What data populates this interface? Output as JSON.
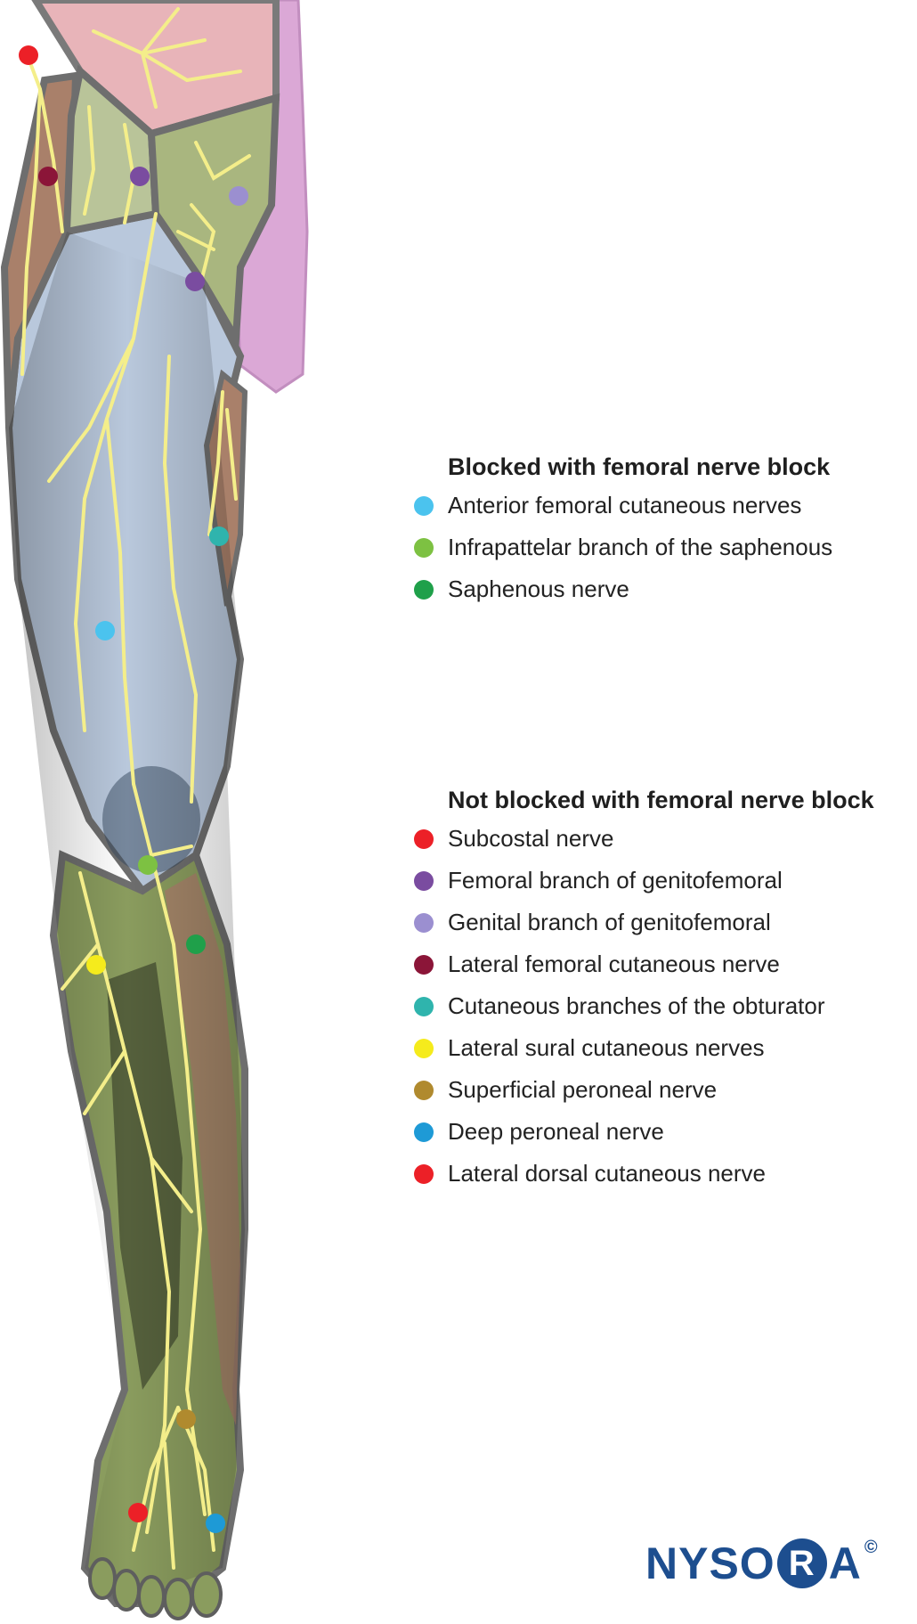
{
  "legend_blocked": {
    "title": "Blocked with femoral nerve block",
    "items": [
      {
        "label": "Anterior femoral cutaneous nerves",
        "color": "#4bc3ee"
      },
      {
        "label": "Infrapattelar branch of the saphenous",
        "color": "#7dc142"
      },
      {
        "label": "Saphenous nerve",
        "color": "#1fa04a"
      }
    ]
  },
  "legend_not_blocked": {
    "title": "Not blocked with femoral nerve block",
    "items": [
      {
        "label": "Subcostal nerve",
        "color": "#ec2027"
      },
      {
        "label": "Femoral branch of genitofemoral",
        "color": "#7a4ca0"
      },
      {
        "label": "Genital branch of genitofemoral",
        "color": "#9b8fd0"
      },
      {
        "label": "Lateral femoral cutaneous nerve",
        "color": "#8b1538"
      },
      {
        "label": "Cutaneous branches of the obturator",
        "color": "#2fb4ad"
      },
      {
        "label": "Lateral sural cutaneous nerves",
        "color": "#f5eb1c"
      },
      {
        "label": "Superficial peroneal nerve",
        "color": "#b08a2e"
      },
      {
        "label": "Deep peroneal nerve",
        "color": "#1e9ad6"
      },
      {
        "label": "Lateral dorsal cutaneous nerve",
        "color": "#ec2027"
      }
    ]
  },
  "logo": {
    "before": "NYSO",
    "circle_letter": "R",
    "after": "A",
    "mark": "©"
  },
  "colors": {
    "skin": "#d9b8a3",
    "nerve": "#f4ee8a",
    "region_femoral": "#b9c8dc",
    "region_green": "#8a9c5e",
    "region_brown": "#a9806a",
    "region_pink": "#e8b4b9",
    "region_purple": "#d59ad0"
  }
}
